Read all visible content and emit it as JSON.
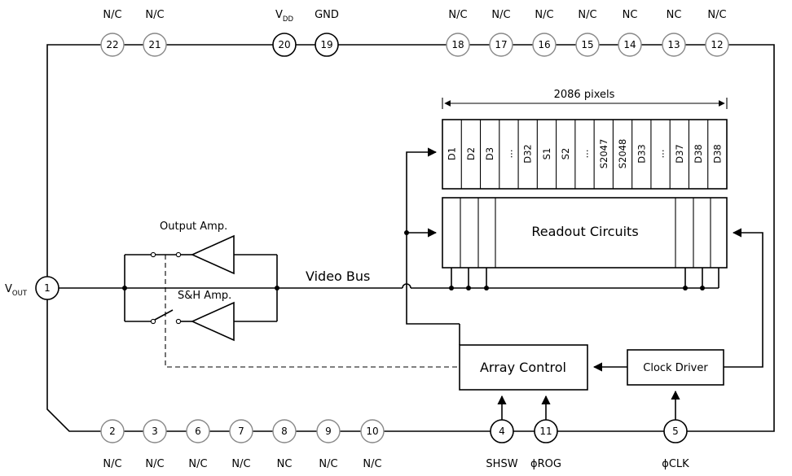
{
  "pins_top": [
    {
      "num": "22",
      "label": "N/C",
      "active": false
    },
    {
      "num": "21",
      "label": "N/C",
      "active": false
    },
    {
      "num": "20",
      "label": "V",
      "sub": "DD",
      "active": true
    },
    {
      "num": "19",
      "label": "GND",
      "active": true
    },
    {
      "num": "18",
      "label": "N/C",
      "active": false
    },
    {
      "num": "17",
      "label": "N/C",
      "active": false
    },
    {
      "num": "16",
      "label": "N/C",
      "active": false
    },
    {
      "num": "15",
      "label": "N/C",
      "active": false
    },
    {
      "num": "14",
      "label": "NC",
      "active": false
    },
    {
      "num": "13",
      "label": "NC",
      "active": false
    },
    {
      "num": "12",
      "label": "N/C",
      "active": false
    }
  ],
  "pins_bottom": [
    {
      "num": "2",
      "label": "N/C",
      "active": false
    },
    {
      "num": "3",
      "label": "N/C",
      "active": false
    },
    {
      "num": "6",
      "label": "N/C",
      "active": false
    },
    {
      "num": "7",
      "label": "N/C",
      "active": false
    },
    {
      "num": "8",
      "label": "NC",
      "active": false
    },
    {
      "num": "9",
      "label": "N/C",
      "active": false
    },
    {
      "num": "10",
      "label": "N/C",
      "active": false
    },
    {
      "num": "4",
      "label": "SHSW",
      "active": true
    },
    {
      "num": "11",
      "label": "ϕROG",
      "active": true
    },
    {
      "num": "5",
      "label": "ϕCLK",
      "active": true
    }
  ],
  "pin_left": {
    "num": "1",
    "label": "V",
    "sub": "OUT"
  },
  "pixel_count_label": "2086 pixels",
  "pixel_cells": [
    "D1",
    "D2",
    "D3",
    "...",
    "D32",
    "S1",
    "S2",
    "...",
    "S2047",
    "S2048",
    "D33",
    "...",
    "D37",
    "D38",
    "D38"
  ],
  "blocks": {
    "readout": "Readout Circuits",
    "array_control": "Array Control",
    "clock_driver": "Clock Driver"
  },
  "labels": {
    "output_amp": "Output Amp.",
    "sh_amp": "S&H Amp.",
    "video_bus": "Video Bus"
  }
}
